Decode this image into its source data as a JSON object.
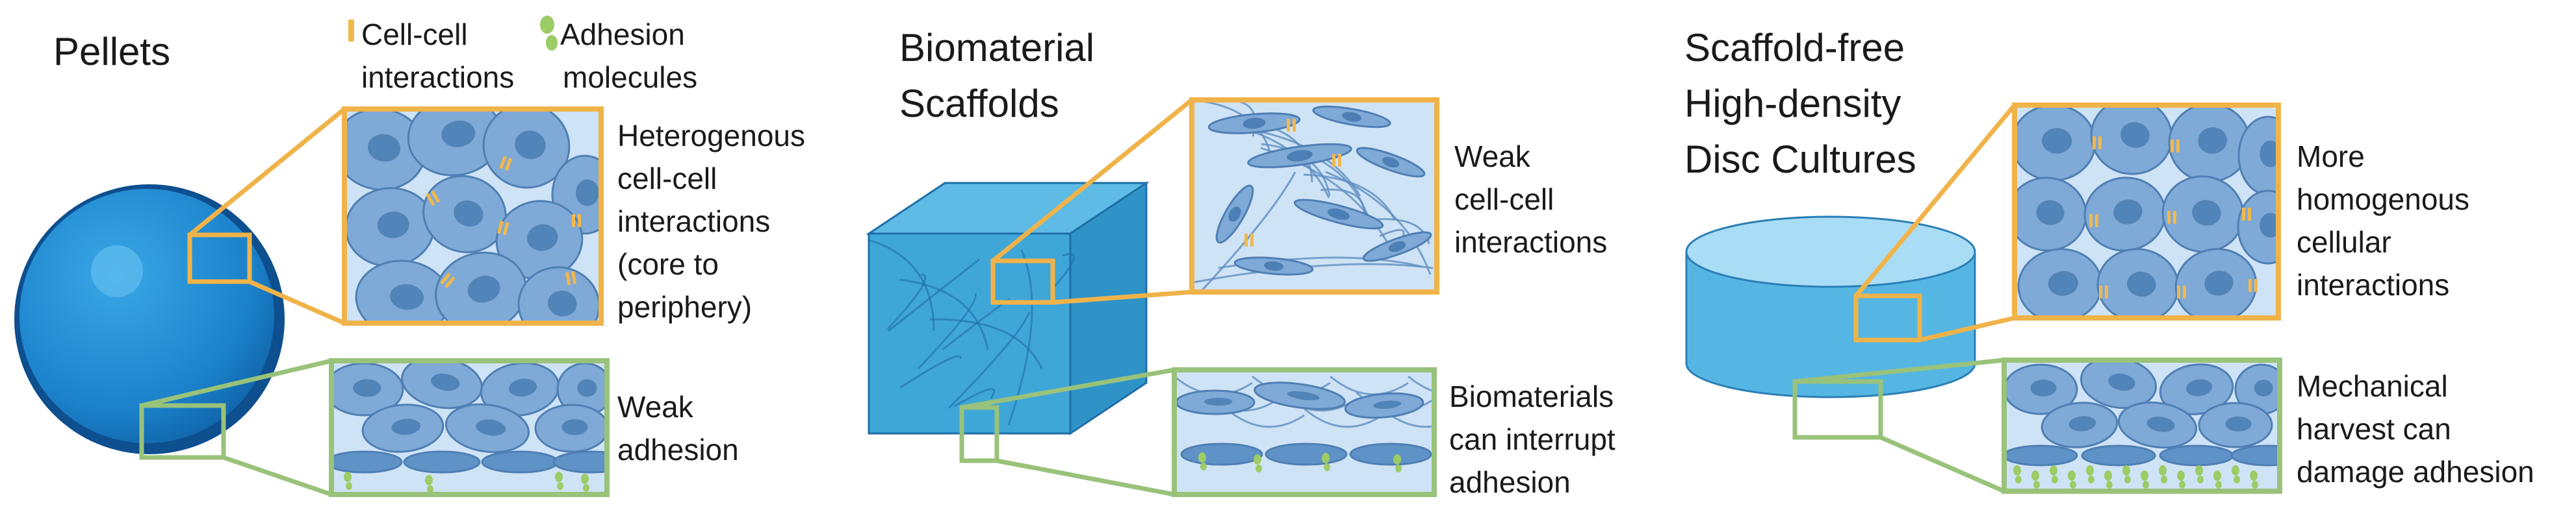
{
  "legend": {
    "cell_cell": [
      "Cell-cell",
      "interactions"
    ],
    "adhesion": [
      "Adhesion",
      "molecules"
    ]
  },
  "panels": [
    {
      "id": "pellets",
      "title": [
        "Pellets"
      ],
      "top_label": [
        "Heterogenous",
        "cell-cell",
        "interactions",
        "(core to",
        "periphery)"
      ],
      "bottom_label": [
        "Weak",
        "adhesion"
      ]
    },
    {
      "id": "scaffolds",
      "title": [
        "Biomaterial",
        "Scaffolds"
      ],
      "top_label": [
        "Weak",
        "cell-cell",
        "interactions"
      ],
      "bottom_label": [
        "Biomaterials",
        "can interrupt",
        "adhesion"
      ]
    },
    {
      "id": "disc",
      "title": [
        "Scaffold-free",
        "High-density",
        "Disc Cultures"
      ],
      "top_label": [
        "More",
        "homogenous",
        "cellular",
        "interactions"
      ],
      "bottom_label": [
        "Mechanical",
        "harvest can",
        "damage adhesion"
      ]
    }
  ],
  "colors": {
    "interaction": "#f2b84b",
    "adhesion": "#9ccc65",
    "frame_orange": "#f0b349",
    "frame_green": "#99c27a",
    "cell_fill": "#7fa9d6",
    "cell_stroke": "#4f7fb4",
    "nucleus": "#4c7fb5",
    "zoom_bg": "#cfe3f6",
    "sphere": "#1b78c2",
    "cube": "#3fa6d8",
    "disc": "#56b6e3"
  }
}
